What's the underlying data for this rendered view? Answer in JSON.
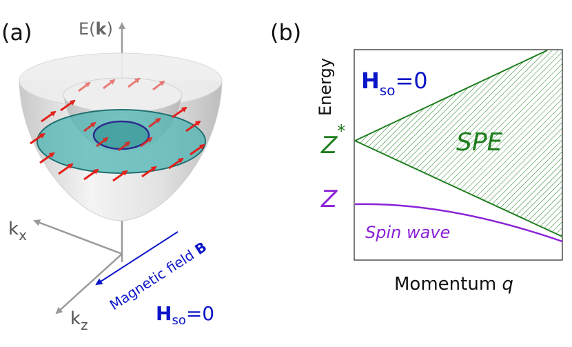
{
  "panel_a": {
    "label": "(a)",
    "energy_axis": {
      "prefix": "E(",
      "bold": "k",
      "suffix": ")"
    },
    "kx_axis": {
      "base": "k",
      "sub": "x"
    },
    "kz_axis": {
      "base": "k",
      "sub": "z"
    },
    "magnetic_field": {
      "text": "Magnetic field ",
      "bold": "B"
    },
    "hso": {
      "bold": "H",
      "sub": "so",
      "rest": "=0"
    }
  },
  "panel_b": {
    "label": "(b)",
    "ylabel": "Energy",
    "xlabel": {
      "text": "Momentum ",
      "italic": "q"
    },
    "hso": {
      "bold": "H",
      "sub": "so",
      "rest": "=0"
    },
    "z_star": {
      "base": "Z",
      "sup": "*"
    },
    "z_label": "Z",
    "spe_label": "SPE",
    "spin_wave_label": "Spin wave"
  },
  "colors": {
    "axis_gray": "#9a9a9a",
    "paraboloid": "#d9d9d9",
    "fermi_disk": "#47b3b3",
    "inner_edge": "#2c2c8c",
    "arrow_red": "#e3201b",
    "hso_blue": "#0b15c8",
    "spe_green": "#1e7d1e",
    "spin_wave_purple": "#8a22d6"
  }
}
